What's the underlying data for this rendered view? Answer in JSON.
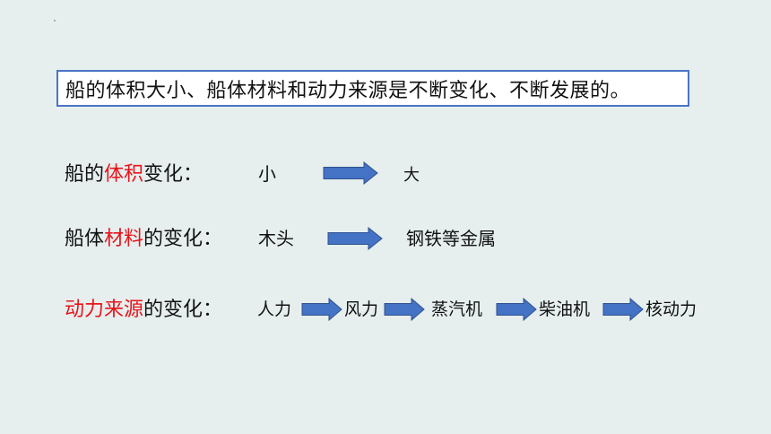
{
  "statement": "船的体积大小、船体材料和动力来源是不断变化、不断发展的。",
  "rows": {
    "volume": {
      "prefix": "船的",
      "highlight": "体积",
      "suffix": "变化：",
      "from": "小",
      "to": "大"
    },
    "material": {
      "prefix": "船体",
      "highlight": "材料",
      "suffix": "的变化：",
      "from": "木头",
      "to": "钢铁等金属"
    },
    "power": {
      "highlight": "动力来源",
      "suffix": "的变化：",
      "stages": [
        "人力",
        "风力",
        "蒸汽机",
        "柴油机",
        "核动力"
      ]
    }
  },
  "colors": {
    "highlight": "#e8141b",
    "arrow_fill": "#4472c4",
    "arrow_stroke": "#2f528f",
    "box_border": "#4a74c4",
    "background": "#e6eeee"
  },
  "icons": {
    "arrow": "right-arrow-icon"
  }
}
